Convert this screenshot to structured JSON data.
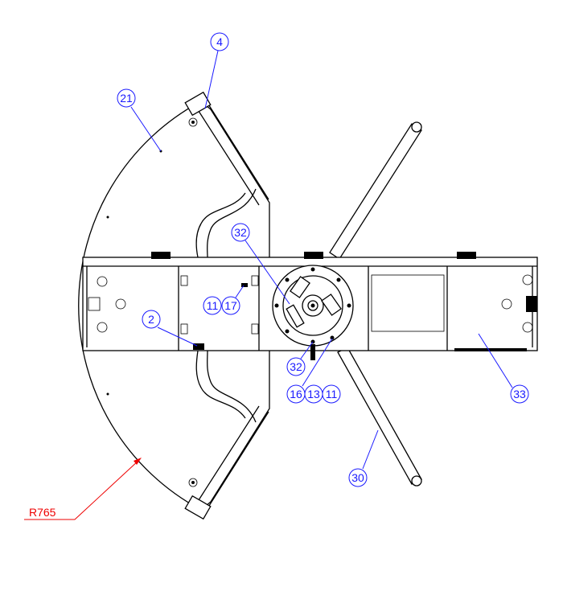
{
  "drawing": {
    "balloons": {
      "b4": "4",
      "b21": "21",
      "b32a": "32",
      "b11a": "11",
      "b17": "17",
      "b2": "2",
      "b32b": "32",
      "b16": "16",
      "b13": "13",
      "b11b": "11",
      "b33": "33",
      "b30": "30"
    },
    "radius_label": "R765",
    "colors": {
      "balloon": "#1a1aff",
      "dimension": "#e00000",
      "outline": "#000000"
    }
  }
}
